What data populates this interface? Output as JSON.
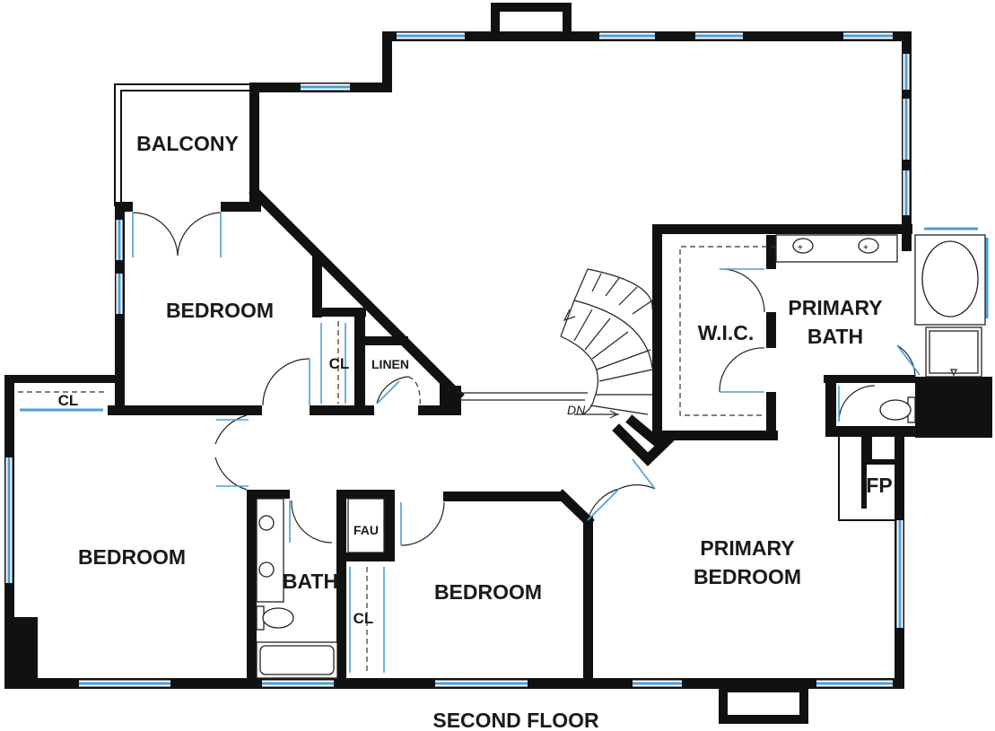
{
  "rooms": {
    "balcony": "BALCONY",
    "bedroom_nw": "BEDROOM",
    "bedroom_sw": "BEDROOM",
    "bedroom_s": "BEDROOM",
    "primary_bedroom_1": "PRIMARY",
    "primary_bedroom_2": "BEDROOM",
    "primary_bath_1": "PRIMARY",
    "primary_bath_2": "BATH",
    "wic": "W.I.C.",
    "bath": "BATH",
    "linen": "LINEN",
    "cl_hall": "CL",
    "cl_west": "CL",
    "cl_south": "CL",
    "fau": "FAU",
    "fp": "FP"
  },
  "stair_label": "DN",
  "floor_title": "SECOND FLOOR"
}
